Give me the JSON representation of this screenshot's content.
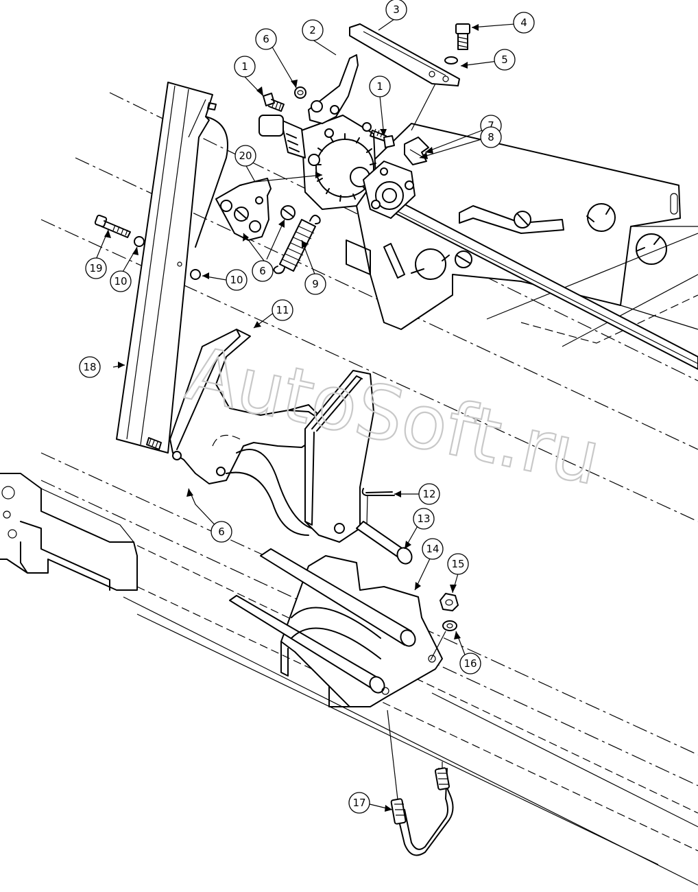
{
  "diagram": {
    "watermark": "AutoSoft.ru",
    "callouts": [
      {
        "id": "c1a",
        "label": "1"
      },
      {
        "id": "c1b",
        "label": "1"
      },
      {
        "id": "c2",
        "label": "2"
      },
      {
        "id": "c3",
        "label": "3"
      },
      {
        "id": "c4",
        "label": "4"
      },
      {
        "id": "c5",
        "label": "5"
      },
      {
        "id": "c6a",
        "label": "6"
      },
      {
        "id": "c6b",
        "label": "6"
      },
      {
        "id": "c6c",
        "label": "6"
      },
      {
        "id": "c7",
        "label": "7"
      },
      {
        "id": "c8",
        "label": "8"
      },
      {
        "id": "c9",
        "label": "9"
      },
      {
        "id": "c10a",
        "label": "10"
      },
      {
        "id": "c10b",
        "label": "10"
      },
      {
        "id": "c11",
        "label": "11"
      },
      {
        "id": "c12",
        "label": "12"
      },
      {
        "id": "c13",
        "label": "13"
      },
      {
        "id": "c14",
        "label": "14"
      },
      {
        "id": "c15",
        "label": "15"
      },
      {
        "id": "c16",
        "label": "16"
      },
      {
        "id": "c17",
        "label": "17"
      },
      {
        "id": "c18",
        "label": "18"
      },
      {
        "id": "c19",
        "label": "19"
      },
      {
        "id": "c20",
        "label": "20"
      }
    ]
  }
}
